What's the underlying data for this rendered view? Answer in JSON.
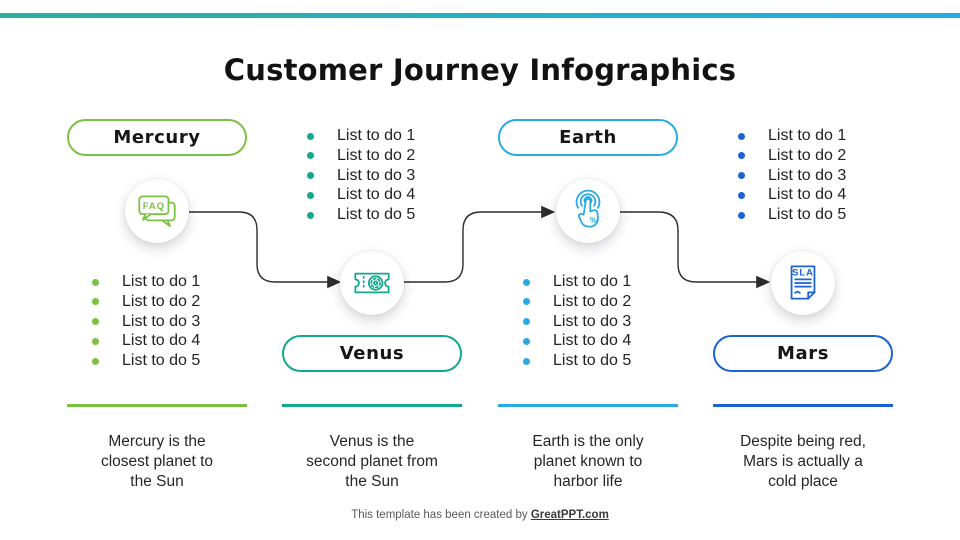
{
  "slide": {
    "title": "Customer Journey Infographics",
    "top_bar_colors": [
      "#27B29E",
      "#29ABE2"
    ]
  },
  "columns": [
    {
      "name": "Mercury",
      "color": "#7AC143",
      "icon": "faq-chat-bubbles-icon",
      "icon_text": "FAQ",
      "todo_items": [
        "List to do 1",
        "List to do 2",
        "List to do 3",
        "List to do 4",
        "List to do 5"
      ],
      "description_lines": [
        "Mercury is the",
        "closest planet to",
        "the Sun"
      ]
    },
    {
      "name": "Venus",
      "color": "#12A88E",
      "icon": "cinema-ticket-icon",
      "icon_text": "",
      "todo_items": [
        "List to do 1",
        "List to do 2",
        "List to do 3",
        "List to do 4",
        "List to do 5"
      ],
      "description_lines": [
        "Venus is the",
        "second planet from",
        "the Sun"
      ]
    },
    {
      "name": "Earth",
      "color": "#29ABE2",
      "icon": "touch-tap-percent-icon",
      "icon_text": "%",
      "todo_items": [
        "List to do 1",
        "List to do 2",
        "List to do 3",
        "List to do 4",
        "List to do 5"
      ],
      "description_lines": [
        "Earth is the only",
        "planet known to",
        "harbor life"
      ]
    },
    {
      "name": "Mars",
      "color": "#1963D2",
      "icon": "sla-document-icon",
      "icon_text": "SLA",
      "todo_items": [
        "List to do 1",
        "List to do 2",
        "List to do 3",
        "List to do 4",
        "List to do 5"
      ],
      "description_lines": [
        "Despite being red,",
        "Mars is actually a",
        "cold place"
      ]
    }
  ],
  "footer": {
    "text": "This template has been created by ",
    "link_label": "GreatPPT.com"
  }
}
